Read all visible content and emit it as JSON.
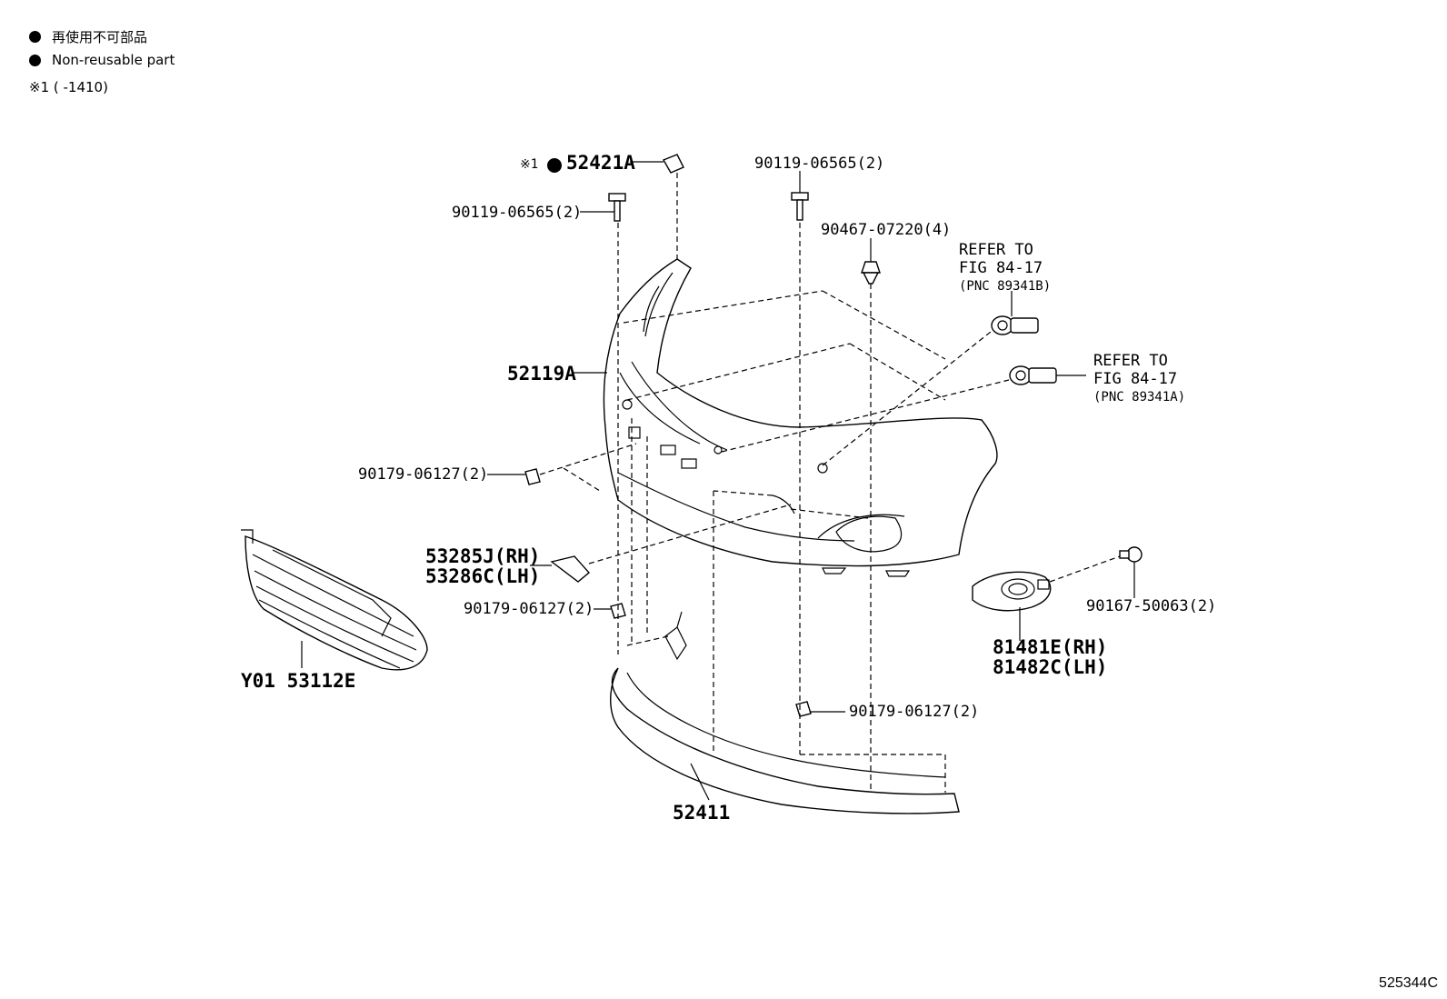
{
  "legend": {
    "line1": "再使用不可部品",
    "line2": "Non-reusable part",
    "line3": "※1 (      -1410)"
  },
  "labels": {
    "p52421a_mark": "※1",
    "p52421a": "52421A",
    "p90119_left": "90119-06565(2)",
    "p90119_right": "90119-06565(2)",
    "p90467": "90467-07220(4)",
    "ref_b_1": "REFER TO",
    "ref_b_2": "FIG 84-17",
    "ref_b_3": "(PNC 89341B)",
    "ref_a_1": "REFER TO",
    "ref_a_2": "FIG 84-17",
    "ref_a_3": "(PNC 89341A)",
    "p52119a": "52119A",
    "p90179_top": "90179-06127(2)",
    "p53285j": "53285J(RH)",
    "p53286c": "53286C(LH)",
    "p90179_mid": "90179-06127(2)",
    "p90167": "90167-50063(2)",
    "p81481e": "81481E(RH)",
    "p81482c": "81482C(LH)",
    "p90179_bottom": "90179-06127(2)",
    "p52411": "52411",
    "y01": "Y01 53112E"
  },
  "figure_number": "525344C"
}
